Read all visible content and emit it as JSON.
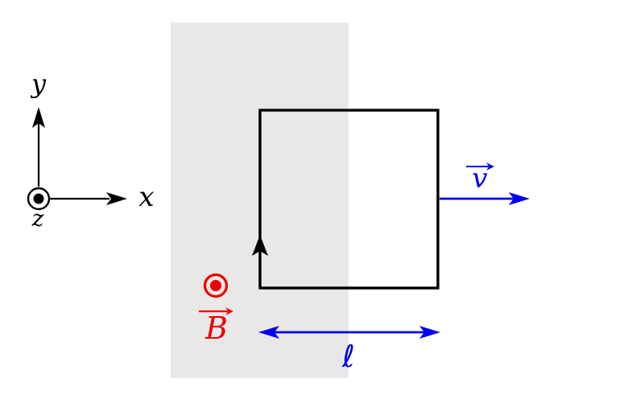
{
  "colors": {
    "background": "#ffffff",
    "field_region": "#e8e8e8",
    "ink": "#000000",
    "accent_blue": "#0000ee",
    "accent_red": "#ee0000",
    "origin_circle_fill": "#ffffff"
  },
  "axes": {
    "x_label": "x",
    "y_label": "y",
    "z_label": "z",
    "origin_icon": "circle-dot-out-of-page"
  },
  "loop": {
    "current_arrow_icon": "up-arrowhead"
  },
  "magnetic_field": {
    "label": "B",
    "icon": "circle-dot-out-of-page",
    "vector_arrow_icon": "right-arrow-overbar"
  },
  "velocity": {
    "label": "v",
    "vector_arrow_icon": "right-arrow-overbar"
  },
  "length": {
    "label": "ℓ",
    "arrow_icon": "double-headed-arrow"
  }
}
